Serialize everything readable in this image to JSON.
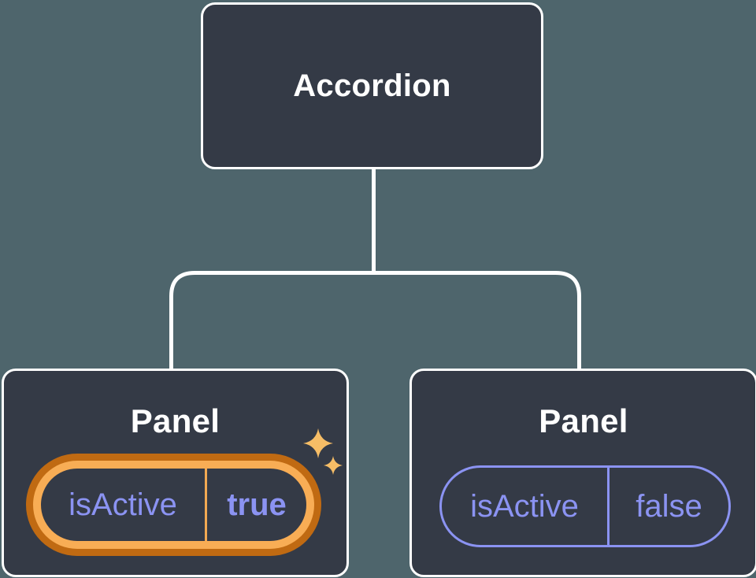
{
  "colors": {
    "page-bg": "#4e656c",
    "node-bg": "#343a46",
    "node-border": "#ffffff",
    "connector": "#ffffff",
    "title-text": "#ffffff",
    "state-text": "#8b93f2",
    "state-border": "#8b93f2",
    "highlight-ring-outer": "#c06a12",
    "highlight-ring-inner": "#f8ad55",
    "highlight-divider": "#f3a952",
    "sparkle": "#f6bd66"
  },
  "tree": {
    "root": {
      "label": "Accordion"
    },
    "panels": [
      {
        "title": "Panel",
        "state": {
          "key": "isActive",
          "value": "true"
        },
        "highlighted": true
      },
      {
        "title": "Panel",
        "state": {
          "key": "isActive",
          "value": "false"
        },
        "highlighted": false
      }
    ]
  }
}
